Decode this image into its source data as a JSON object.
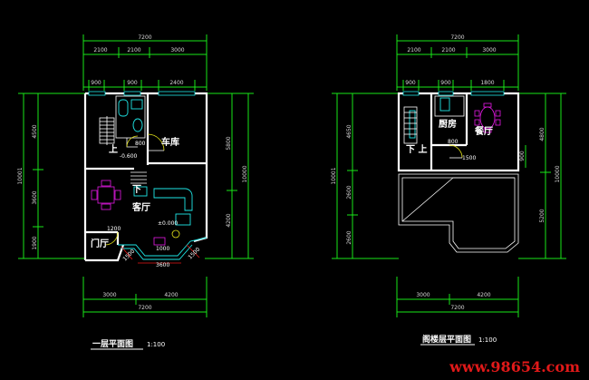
{
  "left_plan": {
    "title": "一层平面图",
    "scale": "1:100",
    "top_total": "7200",
    "top_segments": [
      "2100",
      "2100",
      "3000"
    ],
    "top_openings": [
      "900",
      "900",
      "2400"
    ],
    "left_total": "10001",
    "left_segments": [
      "4500",
      "3600",
      "1900"
    ],
    "right_total": "10000",
    "right_segments": [
      "5800",
      "4200"
    ],
    "bottom_segments": [
      "3000",
      "4200"
    ],
    "bottom_total": "7200",
    "rooms": {
      "garage": "车库",
      "living": "客厅",
      "foyer": "门厅",
      "up": "上",
      "down": "下"
    },
    "annotations": {
      "level_neg": "-0.600",
      "level_zero": "±0.000",
      "w800": "800",
      "w1200": "1200",
      "w1000": "1000",
      "w3600": "3600",
      "w1500a": "1500",
      "w1500b": "1500"
    }
  },
  "right_plan": {
    "title": "阁楼层平面图",
    "scale": "1:100",
    "top_total": "7200",
    "top_segments": [
      "2100",
      "2100",
      "3000"
    ],
    "top_openings": [
      "900",
      "900",
      "1800"
    ],
    "left_total": "10001",
    "left_segments": [
      "4650",
      "2600",
      "2600"
    ],
    "right_total": "10000",
    "right_segments": [
      "4800",
      "5200"
    ],
    "right_small": "900",
    "bottom_segments": [
      "3000",
      "4200"
    ],
    "bottom_total": "7200",
    "rooms": {
      "kitchen": "厨房",
      "dining": "餐厅",
      "down_up": "下 上"
    },
    "annotations": {
      "w800": "800",
      "w1500": "1500"
    }
  },
  "watermark": "www.98654.com"
}
